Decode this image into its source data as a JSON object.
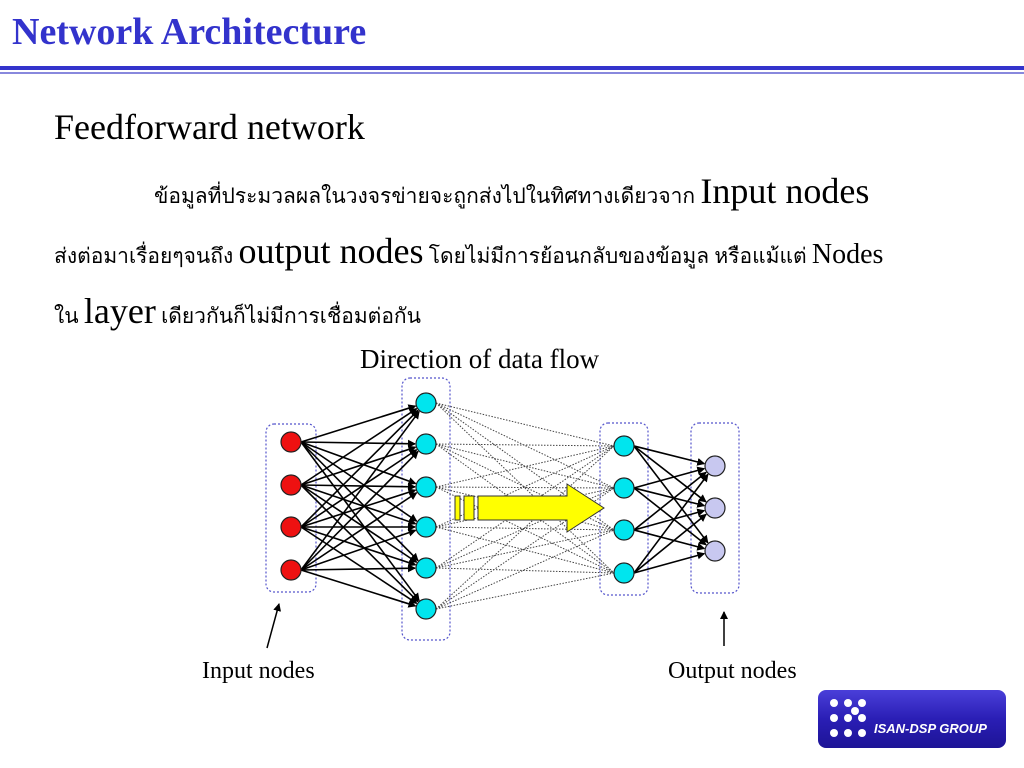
{
  "slide": {
    "title": "Network Architecture",
    "subtitle": "Feedforward network",
    "paragraph": {
      "line1_thai": "ข้อมูลที่ประมวลผลในวงจรข่ายจะถูกส่งไปในทิศทางเดียวจาก",
      "line1_en": "Input nodes",
      "line2_thai_a": "ส่งต่อมาเรื่อยๆจนถึง",
      "line2_en": "output nodes",
      "line2_thai_b": "โดยไม่มีการย้อนกลับของข้อมูล หรือแม้แต่",
      "line2_en_b": "Nodes",
      "line3_thai_a": "ใน",
      "line3_en": "layer",
      "line3_thai_b": "เดียวกันก็ไม่มีการเชื่อมต่อกัน"
    }
  },
  "diagram": {
    "flow_label": "Direction of data flow",
    "input_label": "Input nodes",
    "output_label": "Output nodes",
    "layers": [
      {
        "name": "input",
        "nodes": 4,
        "color": "#ee1111"
      },
      {
        "name": "hidden-1",
        "nodes": 6,
        "color": "#00e5ee"
      },
      {
        "name": "hidden-2",
        "nodes": 4,
        "color": "#00e5ee"
      },
      {
        "name": "output",
        "nodes": 3,
        "color": "#c8c8f0"
      }
    ],
    "arrow_color": "#ffff00"
  },
  "logo": {
    "text": "ISAN-DSP GROUP"
  }
}
